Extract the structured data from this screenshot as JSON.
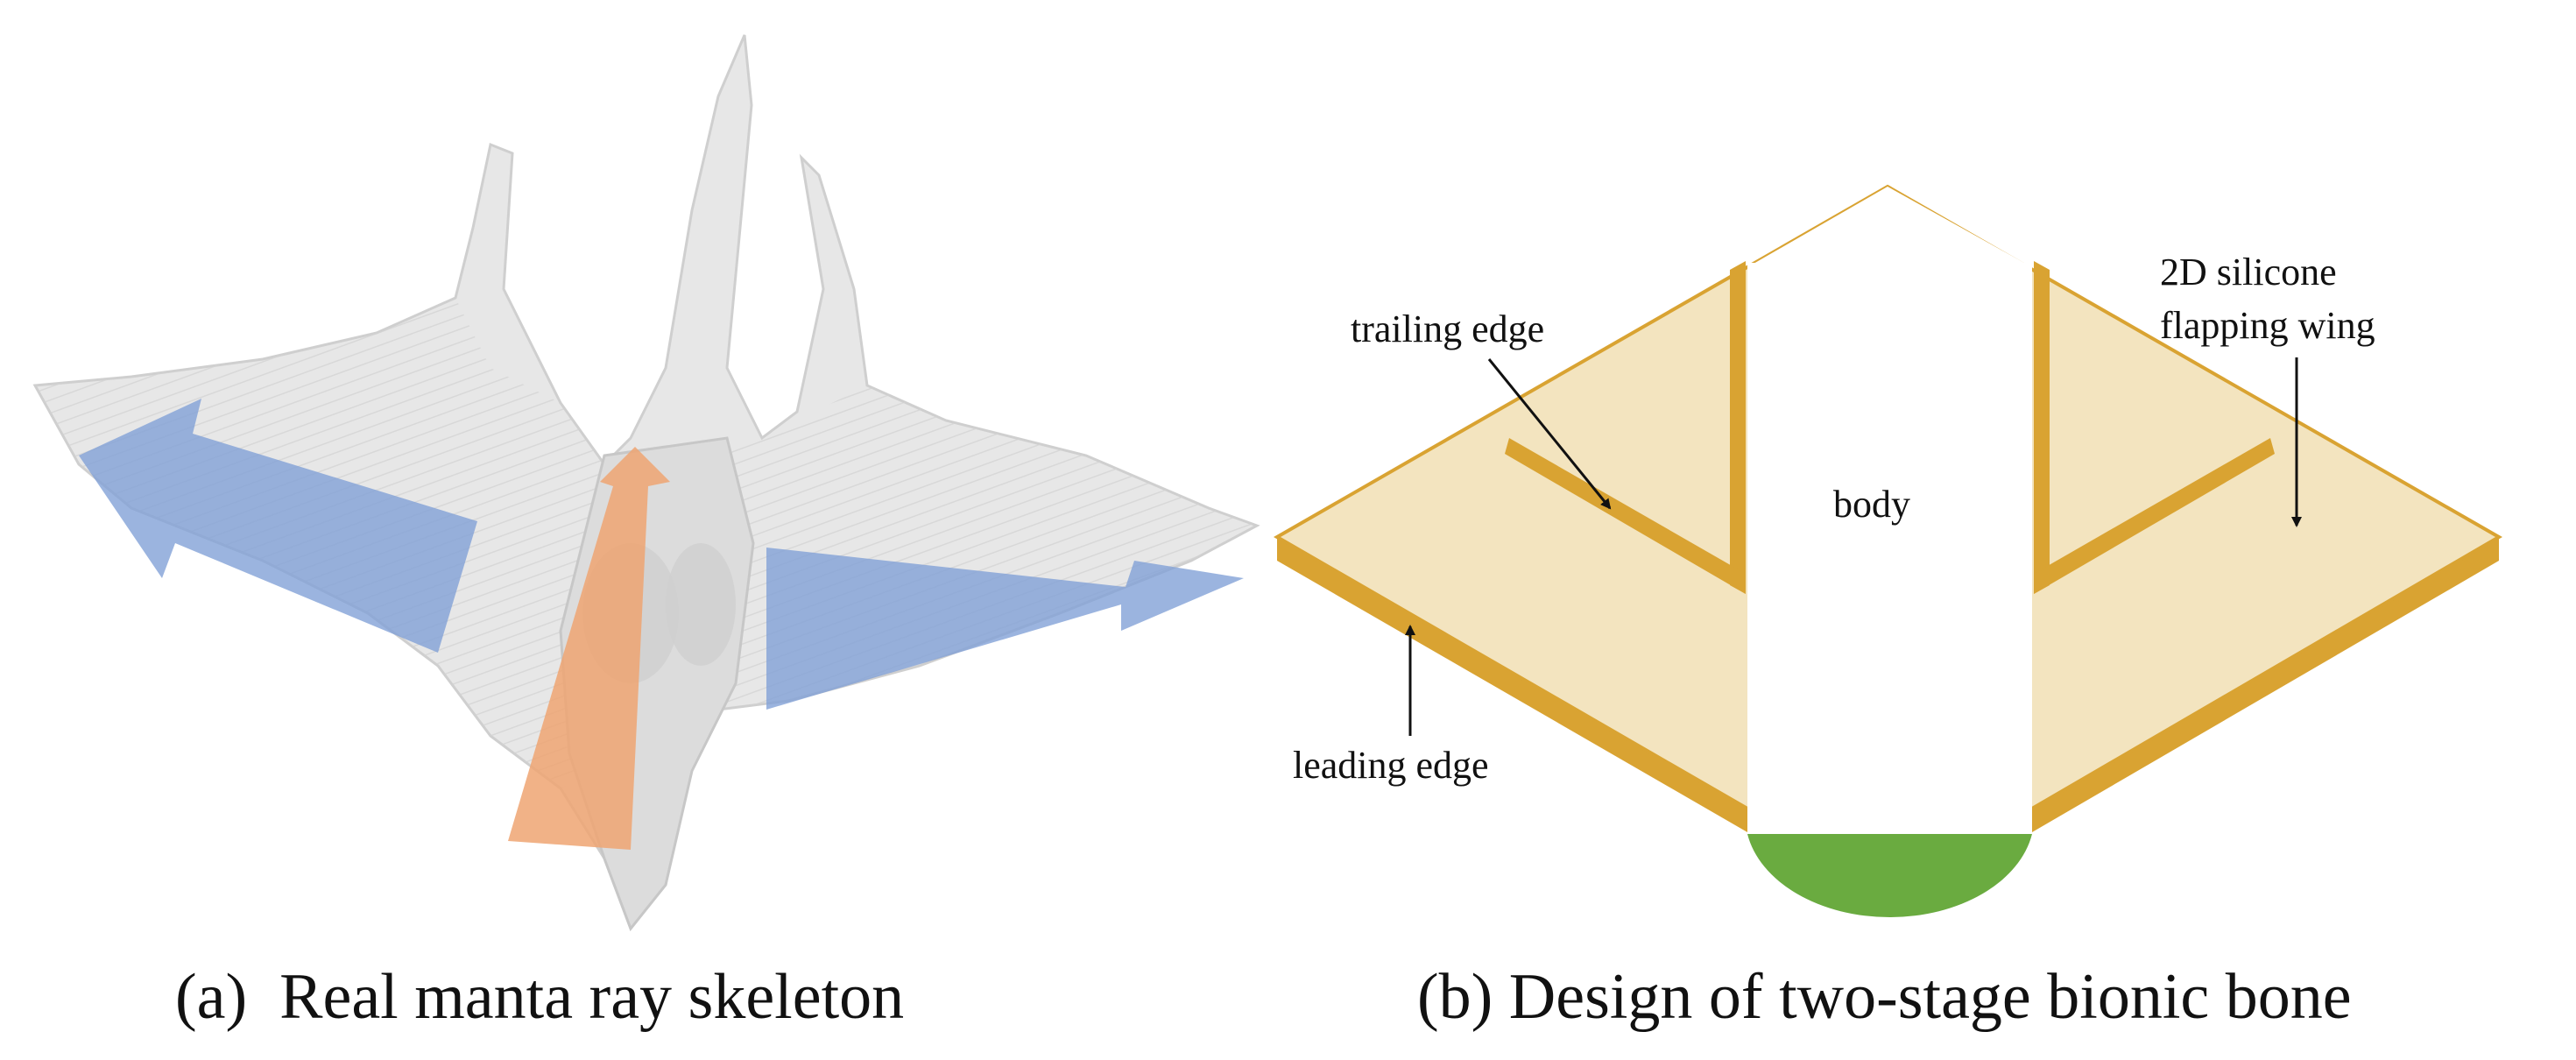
{
  "panel_a": {
    "caption": "(a)  Real manta ray skeleton"
  },
  "panel_b": {
    "caption": "(b) Design of two-stage bionic bone",
    "labels": {
      "trailing_edge": "trailing edge",
      "silicone_line1": "2D silicone",
      "silicone_line2": "flapping wing",
      "body": "body",
      "leading_edge": "leading edge"
    }
  },
  "colors": {
    "wing_fill": "#f3e4bf",
    "bone_gold": "#d9a332",
    "body_green": "#6aab40",
    "arrow_blue": "#7f9fd6",
    "arrow_orange": "#efa472",
    "skeleton_gray": "#e6e6e6"
  }
}
